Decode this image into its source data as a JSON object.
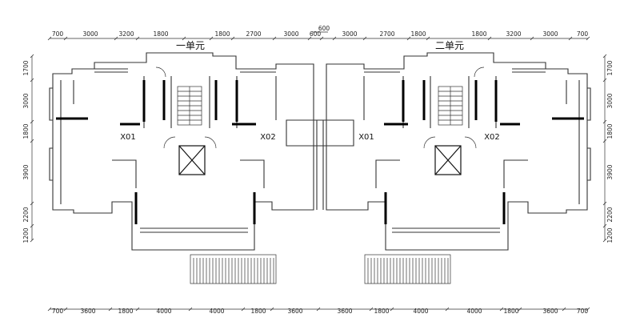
{
  "top_dimensions": [
    "700",
    "3000",
    "3200",
    "1800",
    "1800",
    "2700",
    "3000",
    "600",
    "3000",
    "2700",
    "1800",
    "1800",
    "3200",
    "3000",
    "700"
  ],
  "center_dimension": "600",
  "bottom_dimensions": [
    "700",
    "3600",
    "1800",
    "4000",
    "4000",
    "1800",
    "3600",
    "3600",
    "1800",
    "4000",
    "4000",
    "1800",
    "3600",
    "700"
  ],
  "left_dimensions": [
    "1700",
    "3000",
    "1800",
    "3900",
    "2200",
    "1200"
  ],
  "right_dimensions": [
    "1700",
    "3000",
    "1800",
    "3900",
    "2200",
    "1200"
  ],
  "units": [
    {
      "title": "一单元",
      "rooms": [
        "X01",
        "X02"
      ]
    },
    {
      "title": "二单元",
      "rooms": [
        "X01",
        "X02"
      ]
    }
  ]
}
